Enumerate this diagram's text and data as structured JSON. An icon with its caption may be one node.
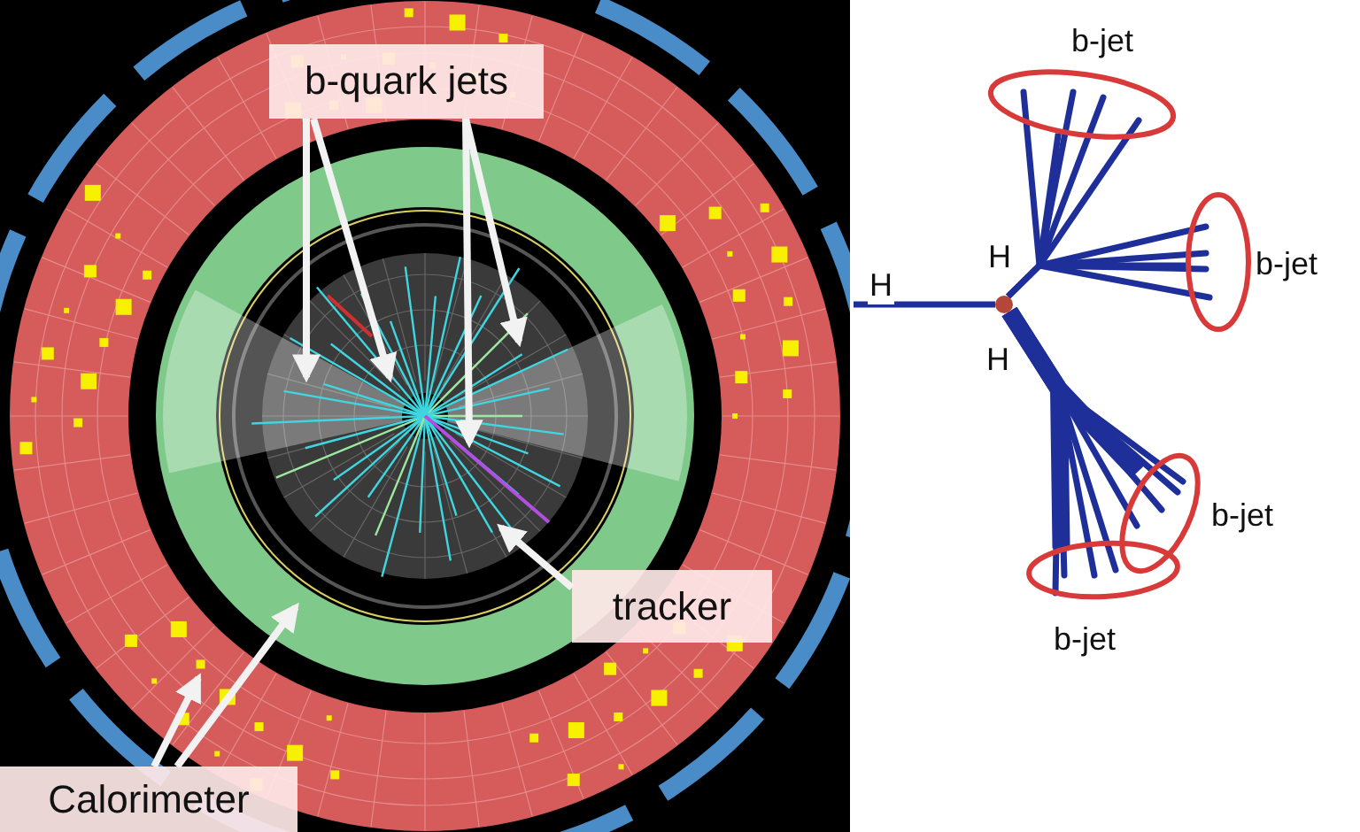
{
  "diagram": {
    "nodes": [
      {
        "text": [
          "b-quark jets"
        ]
      },
      {
        "text": [
          "tracker"
        ]
      },
      {
        "text": [
          "Calorimeter"
        ]
      },
      {
        "text": [],
        "shape": "circle"
      },
      {
        "text": [
          "b-jet"
        ]
      },
      {
        "text": [
          "b-jet"
        ]
      },
      {
        "text": [
          "b-jet"
        ]
      },
      {
        "text": [
          "b-jet"
        ]
      }
    ],
    "edges": [
      {
        "from": 0,
        "to": null,
        "arrow": "to"
      },
      {
        "from": 0,
        "to": null,
        "arrow": "to"
      },
      {
        "from": 0,
        "to": null,
        "arrow": "to"
      },
      {
        "from": 0,
        "to": null,
        "arrow": "to"
      },
      {
        "from": 1,
        "to": null,
        "arrow": "to"
      },
      {
        "from": 2,
        "to": null,
        "arrow": "to"
      },
      {
        "from": 2,
        "to": null,
        "arrow": "to"
      },
      {
        "from": null,
        "to": 3,
        "arrow": "none",
        "label": "H",
        "color": "#1f2f9a"
      },
      {
        "from": 3,
        "to": 4,
        "arrow": "none",
        "label": "H",
        "color": "#1f2f9a"
      },
      {
        "from": 3,
        "to": 5,
        "arrow": "none",
        "color": "#1f2f9a"
      },
      {
        "from": 3,
        "to": 6,
        "arrow": "none",
        "label": "H",
        "color": "#1f2f9a",
        "style": "thick"
      },
      {
        "from": 3,
        "to": 7,
        "arrow": "none",
        "color": "#1f2f9a",
        "style": "thick"
      }
    ]
  }
}
